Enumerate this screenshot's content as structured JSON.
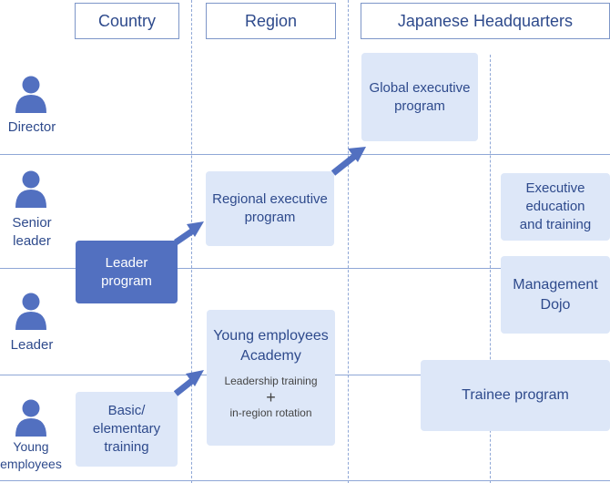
{
  "headers": {
    "country": "Country",
    "region": "Region",
    "japanese_hq": "Japanese Headquarters"
  },
  "roles": {
    "director": [
      "Director"
    ],
    "senior_leader": [
      "Senior",
      "leader"
    ],
    "leader": [
      "Leader"
    ],
    "young_employees": [
      "Young",
      "employees"
    ]
  },
  "programs": {
    "global_executive": [
      "Global executive",
      "program"
    ],
    "regional_executive": [
      "Regional executive",
      "program"
    ],
    "executive_education": [
      "Executive",
      "education",
      "and training"
    ],
    "leader_program": [
      "Leader",
      "program"
    ],
    "management_dojo": [
      "Management",
      "Dojo"
    ],
    "young_academy": {
      "title": [
        "Young employees",
        "Academy"
      ],
      "detail1": "Leadership training",
      "plus": "+",
      "detail2": "in-region rotation"
    },
    "trainee_program": "Trainee program",
    "basic_training": [
      "Basic/",
      "elementary",
      "training"
    ]
  },
  "colors": {
    "text": "#2e4a8c",
    "box_light": "#dde7f8",
    "box_dark": "#5270c0",
    "lines": "#8fa7d6",
    "icon": "#5270c0"
  },
  "icons": [
    "person-icon",
    "arrow-icon"
  ]
}
